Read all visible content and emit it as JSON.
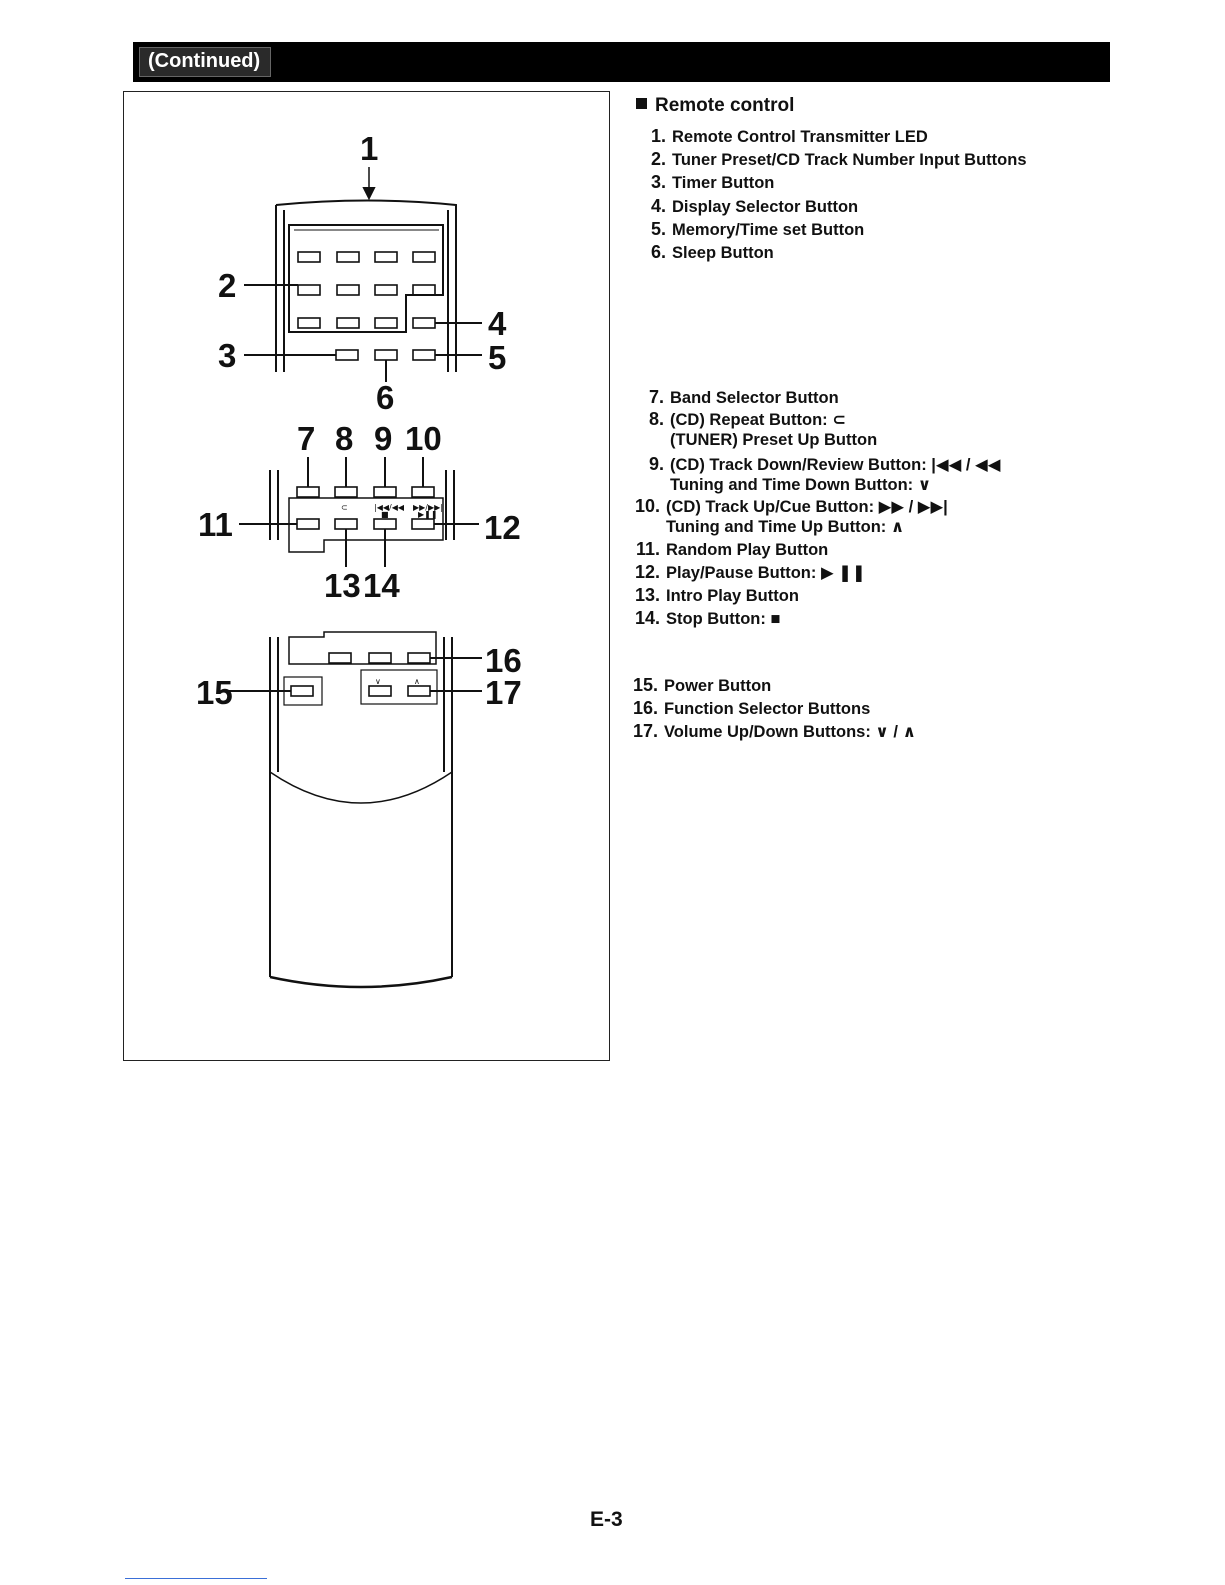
{
  "header": {
    "label": "(Continued)"
  },
  "figure": {
    "callouts": [
      "1",
      "2",
      "3",
      "4",
      "5",
      "6",
      "7",
      "8",
      "9",
      "10",
      "11",
      "12",
      "13",
      "14",
      "15",
      "16",
      "17"
    ]
  },
  "legend": {
    "title": "Remote control",
    "items": [
      {
        "num": "1.",
        "text": "Remote Control Transmitter LED"
      },
      {
        "num": "2.",
        "text": "Tuner Preset/CD Track Number Input Buttons"
      },
      {
        "num": "3.",
        "text": "Timer Button"
      },
      {
        "num": "4.",
        "text": "Display Selector Button"
      },
      {
        "num": "5.",
        "text": "Memory/Time set Button"
      },
      {
        "num": "6.",
        "text": "Sleep Button"
      },
      {
        "num": "7.",
        "text": "Band Selector Button"
      },
      {
        "num": "8.",
        "text": "(CD) Repeat Button: ⊂",
        "sub": "(TUNER) Preset Up Button"
      },
      {
        "num": "9.",
        "text": "(CD) Track Down/Review Button: |◀◀ / ◀◀",
        "sub": "Tuning and Time Down Button: ∨"
      },
      {
        "num": "10.",
        "text": "(CD) Track Up/Cue Button: ▶▶ / ▶▶|",
        "sub": "Tuning and Time Up Button: ∧"
      },
      {
        "num": "11.",
        "text": "Random Play Button"
      },
      {
        "num": "12.",
        "text": "Play/Pause Button: ▶ ❚❚"
      },
      {
        "num": "13.",
        "text": "Intro Play Button"
      },
      {
        "num": "14.",
        "text": "Stop Button: ■"
      },
      {
        "num": "15.",
        "text": "Power Button"
      },
      {
        "num": "16.",
        "text": "Function Selector Buttons"
      },
      {
        "num": "17.",
        "text": "Volume Up/Down Buttons: ∨ / ∧"
      }
    ]
  },
  "page_number": "E-3"
}
